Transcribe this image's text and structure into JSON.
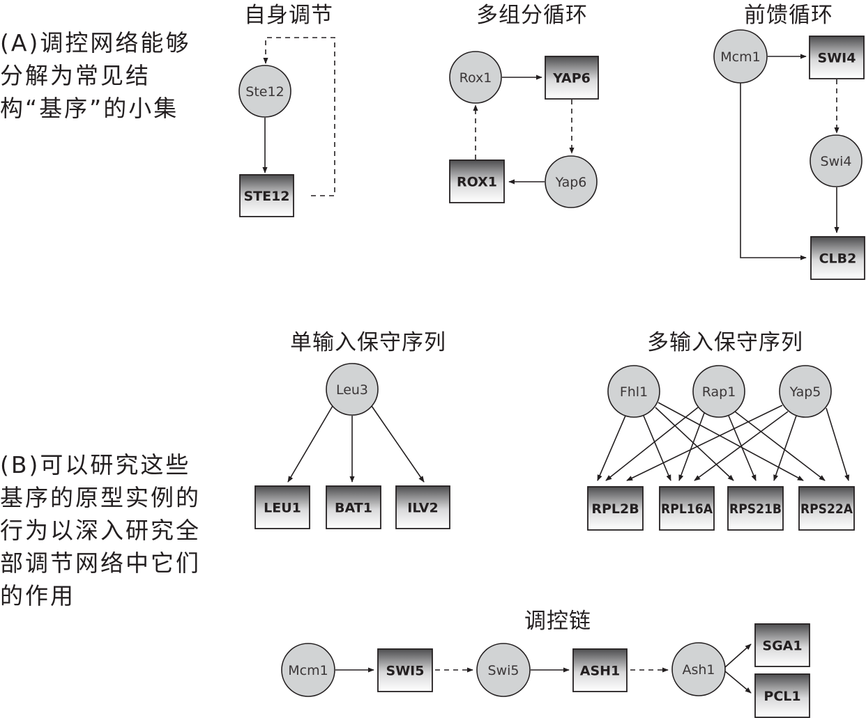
{
  "captions": {
    "a": "(A)调控网络能够分解为常见结构“基序”的小集",
    "b": "(B)可以研究这些基序的原型实例的行为以深入研究全部调节网络中它们的作用"
  },
  "colors": {
    "tf_fill": "#d1d3d4",
    "stroke": "#231f20",
    "gene_gradient_top": "#4d4d4f",
    "gene_gradient_bottom": "#ffffff"
  },
  "motifs": [
    {
      "id": "autoregulation",
      "title": "自身调节",
      "tfs": [
        "Ste12"
      ],
      "genes": [
        "STE12"
      ],
      "edges": [
        {
          "from": "Ste12",
          "to": "STE12",
          "type": "solid"
        },
        {
          "from": "STE12",
          "to": "Ste12",
          "type": "dashed"
        }
      ]
    },
    {
      "id": "multi-component-loop",
      "title": "多组分循环",
      "tfs": [
        "Rox1",
        "Yap6"
      ],
      "genes": [
        "YAP6",
        "ROX1"
      ],
      "edges": [
        {
          "from": "Rox1",
          "to": "YAP6",
          "type": "solid"
        },
        {
          "from": "YAP6",
          "to": "Yap6",
          "type": "dashed"
        },
        {
          "from": "Yap6",
          "to": "ROX1",
          "type": "solid"
        },
        {
          "from": "ROX1",
          "to": "Rox1",
          "type": "dashed"
        }
      ]
    },
    {
      "id": "feedforward-loop",
      "title": "前馈循环",
      "tfs": [
        "Mcm1",
        "Swi4"
      ],
      "genes": [
        "SWI4",
        "CLB2"
      ],
      "edges": [
        {
          "from": "Mcm1",
          "to": "SWI4",
          "type": "solid"
        },
        {
          "from": "SWI4",
          "to": "Swi4",
          "type": "dashed"
        },
        {
          "from": "Swi4",
          "to": "CLB2",
          "type": "solid"
        },
        {
          "from": "Mcm1",
          "to": "CLB2",
          "type": "solid"
        }
      ]
    },
    {
      "id": "single-input",
      "title": "单输入保守序列",
      "tfs": [
        "Leu3"
      ],
      "genes": [
        "LEU1",
        "BAT1",
        "ILV2"
      ],
      "edges": [
        {
          "from": "Leu3",
          "to": "LEU1",
          "type": "solid"
        },
        {
          "from": "Leu3",
          "to": "BAT1",
          "type": "solid"
        },
        {
          "from": "Leu3",
          "to": "ILV2",
          "type": "solid"
        }
      ]
    },
    {
      "id": "multi-input",
      "title": "多输入保守序列",
      "tfs": [
        "Fhl1",
        "Rap1",
        "Yap5"
      ],
      "genes": [
        "RPL2B",
        "RPL16A",
        "RPS21B",
        "RPS22A"
      ],
      "edges": [
        {
          "from": "Fhl1",
          "to": "RPL2B",
          "type": "solid"
        },
        {
          "from": "Fhl1",
          "to": "RPL16A",
          "type": "solid"
        },
        {
          "from": "Fhl1",
          "to": "RPS21B",
          "type": "solid"
        },
        {
          "from": "Fhl1",
          "to": "RPS22A",
          "type": "solid"
        },
        {
          "from": "Rap1",
          "to": "RPL2B",
          "type": "solid"
        },
        {
          "from": "Rap1",
          "to": "RPL16A",
          "type": "solid"
        },
        {
          "from": "Rap1",
          "to": "RPS21B",
          "type": "solid"
        },
        {
          "from": "Rap1",
          "to": "RPS22A",
          "type": "solid"
        },
        {
          "from": "Yap5",
          "to": "RPL2B",
          "type": "solid"
        },
        {
          "from": "Yap5",
          "to": "RPL16A",
          "type": "solid"
        },
        {
          "from": "Yap5",
          "to": "RPS21B",
          "type": "solid"
        },
        {
          "from": "Yap5",
          "to": "RPS22A",
          "type": "solid"
        }
      ]
    },
    {
      "id": "regulator-chain",
      "title": "调控链",
      "tfs": [
        "Mcm1",
        "Swi5",
        "Ash1"
      ],
      "genes": [
        "SWI5",
        "ASH1",
        "SGA1",
        "PCL1"
      ],
      "edges": [
        {
          "from": "Mcm1",
          "to": "SWI5",
          "type": "solid"
        },
        {
          "from": "SWI5",
          "to": "Swi5",
          "type": "dashed"
        },
        {
          "from": "Swi5",
          "to": "ASH1",
          "type": "solid"
        },
        {
          "from": "ASH1",
          "to": "Ash1",
          "type": "dashed"
        },
        {
          "from": "Ash1",
          "to": "SGA1",
          "type": "solid"
        },
        {
          "from": "Ash1",
          "to": "PCL1",
          "type": "solid"
        }
      ]
    }
  ]
}
